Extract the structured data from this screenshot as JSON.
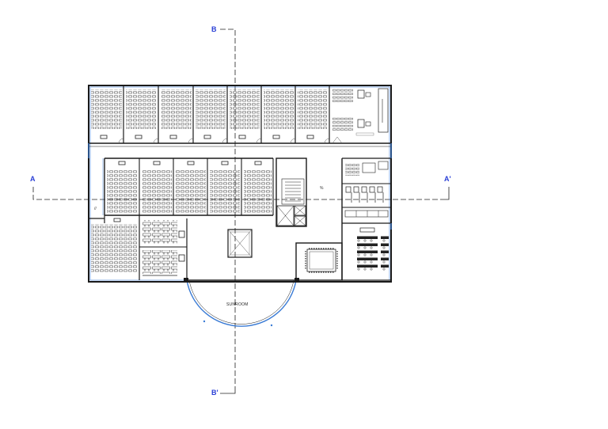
{
  "drawing": {
    "section_marks": {
      "a_left": "A",
      "a_right": "A'",
      "b_top": "B",
      "b_bottom": "B'"
    },
    "room_labels": {
      "sunroom": "SUNROOM"
    },
    "small_marks": {
      "stair_mark": "%",
      "left_mark": "//"
    },
    "colors": {
      "wall": "#1a1a1a",
      "glazing": "#3a7bd5",
      "section_line": "#222222",
      "section_text": "#2a3fd6",
      "furniture": "#333333"
    }
  }
}
